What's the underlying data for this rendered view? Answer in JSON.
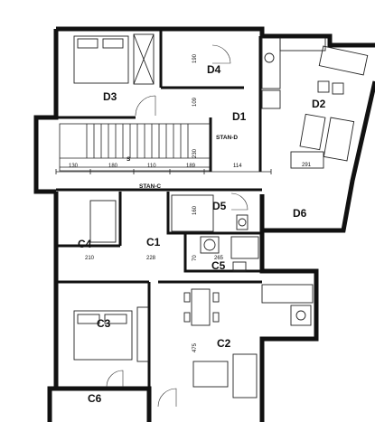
{
  "plan": {
    "rooms": {
      "d1": "D1",
      "d2": "D2",
      "d3": "D3",
      "d4": "D4",
      "d5": "D5",
      "d6": "D6",
      "c1": "C1",
      "c2": "C2",
      "c3": "C3",
      "c4": "C4",
      "c5": "C5",
      "c6": "C6"
    },
    "units": {
      "stan_d": "STAN-D",
      "stan_c": "STAN-C"
    },
    "stairs_mark": "S",
    "dimensions": {
      "d130": "130",
      "d180": "180",
      "d110": "110",
      "d189": "189",
      "d114": "114",
      "d291": "291",
      "d190": "190",
      "d109": "109",
      "d230": "230",
      "d160": "160",
      "d210": "210",
      "d228": "228",
      "d70": "70",
      "d265": "265",
      "d475": "475"
    }
  }
}
